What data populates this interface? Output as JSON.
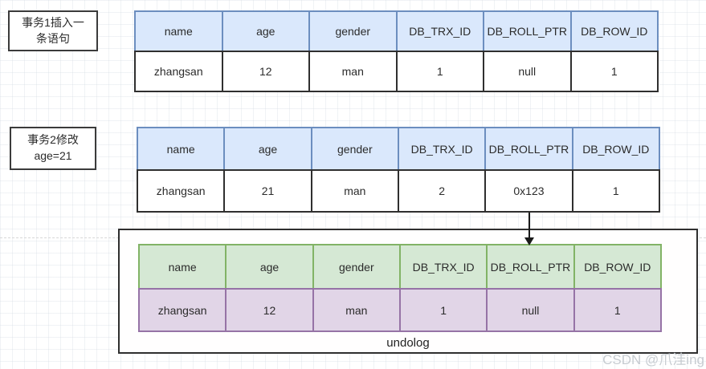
{
  "colors": {
    "blue_fill": "#dae8fc",
    "blue_border": "#6c8ebf",
    "green_fill": "#d5e8d4",
    "green_border": "#82b366",
    "purple_fill": "#e1d5e7",
    "purple_border": "#9673a6",
    "dark_border": "#2f2f2f",
    "text": "#2b2b2b"
  },
  "notes": {
    "txn1": {
      "line1": "事务1插入一",
      "line2": "条语句"
    },
    "txn2": {
      "line1": "事务2修改",
      "line2": "age=21"
    }
  },
  "table_columns": [
    "name",
    "age",
    "gender",
    "DB_TRX_ID",
    "DB_ROLL_PTR",
    "DB_ROW_ID"
  ],
  "rows": {
    "after_insert": [
      "zhangsan",
      "12",
      "man",
      "1",
      "null",
      "1"
    ],
    "after_update": [
      "zhangsan",
      "21",
      "man",
      "2",
      "0x123",
      "1"
    ],
    "undolog": [
      "zhangsan",
      "12",
      "man",
      "1",
      "null",
      "1"
    ]
  },
  "labels": {
    "undolog": "undolog",
    "watermark": "CSDN @爪洼ing"
  }
}
